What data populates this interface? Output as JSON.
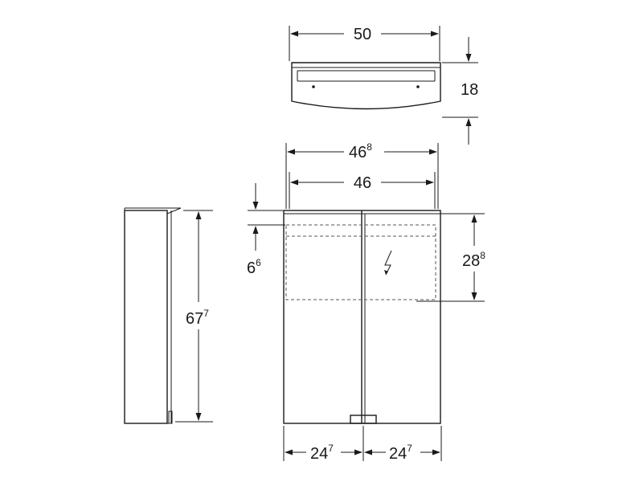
{
  "dimensions": {
    "top_width": "50",
    "top_depth": "18",
    "outer_width_main": "46",
    "outer_width_sup": "8",
    "inner_width": "46",
    "offset_main": "6",
    "offset_sup": "6",
    "height_main": "67",
    "height_sup": "7",
    "light_height_main": "28",
    "light_height_sup": "8",
    "door_left_main": "24",
    "door_left_sup": "7",
    "door_right_main": "24",
    "door_right_sup": "7"
  },
  "icons": {
    "electric": "lightning-bolt-icon"
  }
}
